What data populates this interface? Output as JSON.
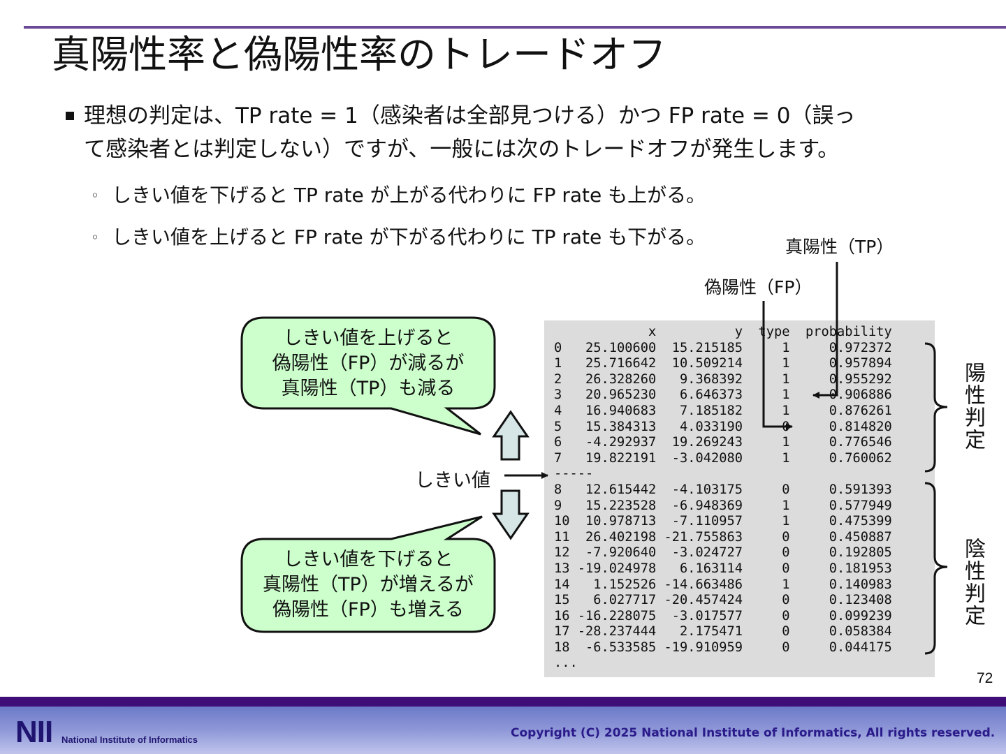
{
  "slide": {
    "title": "真陽性率と偽陽性率のトレードオフ",
    "bullet_main_line1": "理想の判定は、TP rate = 1（感染者は全部見つける）かつ FP rate = 0（誤っ",
    "bullet_main_line2": "て感染者とは判定しない）ですが、一般には次のトレードオフが発生します。",
    "sub_bullets": [
      "しきい値を下げると TP rate が上がる代わりに FP rate も上がる。",
      "しきい値を上げると FP rate が下がる代わりに TP rate も下がる。"
    ],
    "page_number": "72"
  },
  "diagram": {
    "label_tp": "真陽性（TP）",
    "label_fp": "偽陽性（FP）",
    "threshold_label": "しきい値",
    "bubble_up": [
      "しきい値を上げると",
      "偽陽性（FP）が減るが",
      "真陽性（TP）も減る"
    ],
    "bubble_down": [
      "しきい値を下げると",
      "真陽性（TP）が増えるが",
      "偽陽性（FP）も増える"
    ],
    "positive_label": "陽性判定",
    "negative_label": "陰性判定",
    "bubble_color": "#ccffcc",
    "arrow_fill": "#d6e6e6"
  },
  "table": {
    "header": "            x          y  type  probability",
    "rows": [
      "0   25.100600  15.215185     1     0.972372",
      "1   25.716642  10.509214     1     0.957894",
      "2   26.328260   9.368392     1     0.955292",
      "3   20.965230   6.646373     1     0.906886",
      "4   16.940683   7.185182     1     0.876261",
      "5   15.384313   4.033190     0     0.814820",
      "6   -4.292937  19.269243     1     0.776546",
      "7   19.822191  -3.042080     1     0.760062",
      "-----",
      "8   12.615442  -4.103175     0     0.591393",
      "9   15.223528  -6.948369     1     0.577949",
      "10  10.978713  -7.110957     1     0.475399",
      "11  26.402198 -21.755863     0     0.450887",
      "12  -7.920640  -3.024727     0     0.192805",
      "13 -19.024978   6.163114     0     0.181953",
      "14   1.152526 -14.663486     1     0.140983",
      "15   6.027717 -20.457424     0     0.123408",
      "16 -16.228075  -3.017577     0     0.099239",
      "17 -28.237444   2.175471     0     0.058384",
      "18  -6.533585 -19.910959     0     0.044175",
      "..."
    ]
  },
  "footer": {
    "logo": "NII",
    "logo_sub": "National Institute of Informatics",
    "copyright": "Copyright (C) 2025 National Institute of Informatics, All rights reserved.",
    "band_color": "#3f0d78"
  }
}
